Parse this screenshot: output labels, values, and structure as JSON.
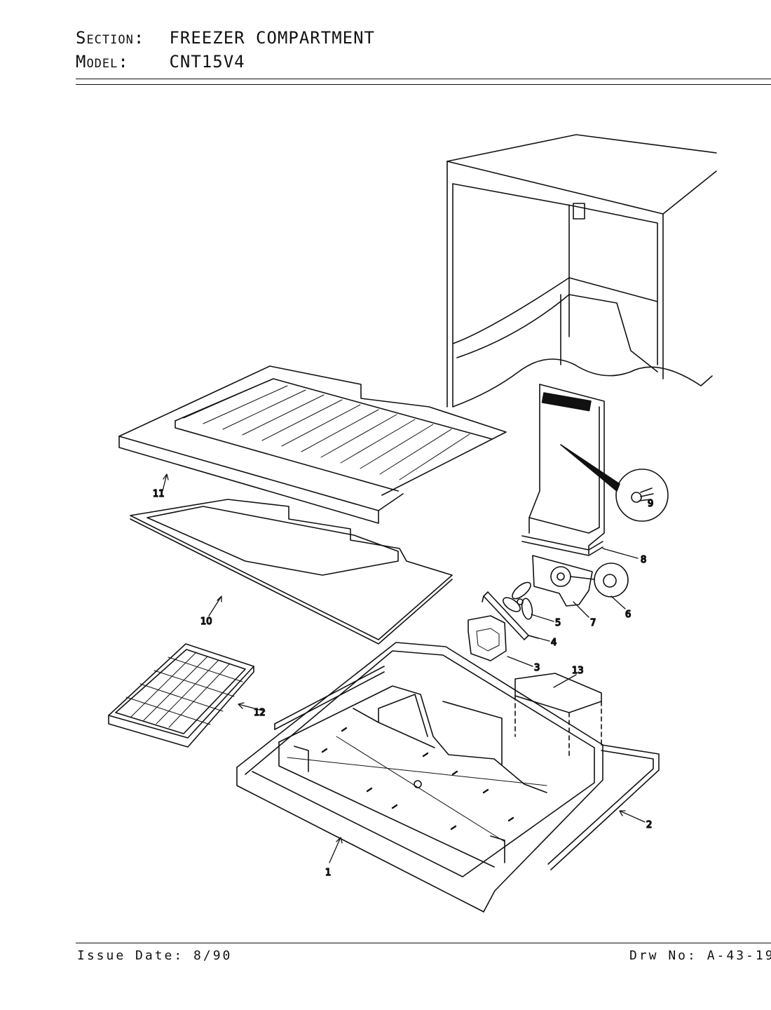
{
  "header": {
    "section_label": "Section:",
    "section_value": "FREEZER COMPARTMENT",
    "model_label": "Model:",
    "model_value": "CNT15V4"
  },
  "parts": {
    "p1": "1",
    "p2": "2",
    "p3": "3",
    "p4": "4",
    "p5": "5",
    "p6": "6",
    "p7": "7",
    "p8": "8",
    "p9": "9",
    "p10": "10",
    "p11": "11",
    "p12": "12",
    "p13": "13"
  },
  "footer": {
    "issue": "Issue Date: 8/90",
    "drawing": "Drw No: A-43-19"
  }
}
